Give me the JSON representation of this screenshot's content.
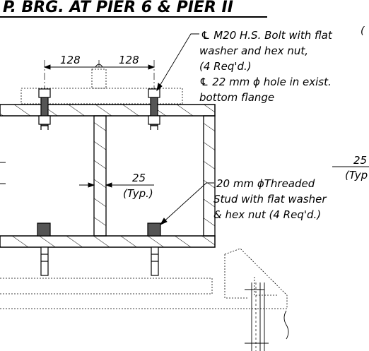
{
  "title": "P. BRG. AT PIER 6 & PIER II",
  "dimensions": {
    "spacing_left": "128",
    "spacing_right": "128",
    "web_thickness": "25",
    "web_thickness_note": "(Typ.)",
    "right_edge_value": "25",
    "right_edge_note": "(Typ"
  },
  "notes": {
    "bolt": [
      "℄ M20 H.S. Bolt with flat",
      "washer and hex nut,",
      "(4 Req'd.)",
      "℄ 22 mm ϕ hole in exist.",
      "bottom flange"
    ],
    "stud": [
      "20 mm ϕThreaded",
      "Stud with flat washer",
      "& hex nut (4 Req'd.)"
    ],
    "edge_fragment": "("
  }
}
